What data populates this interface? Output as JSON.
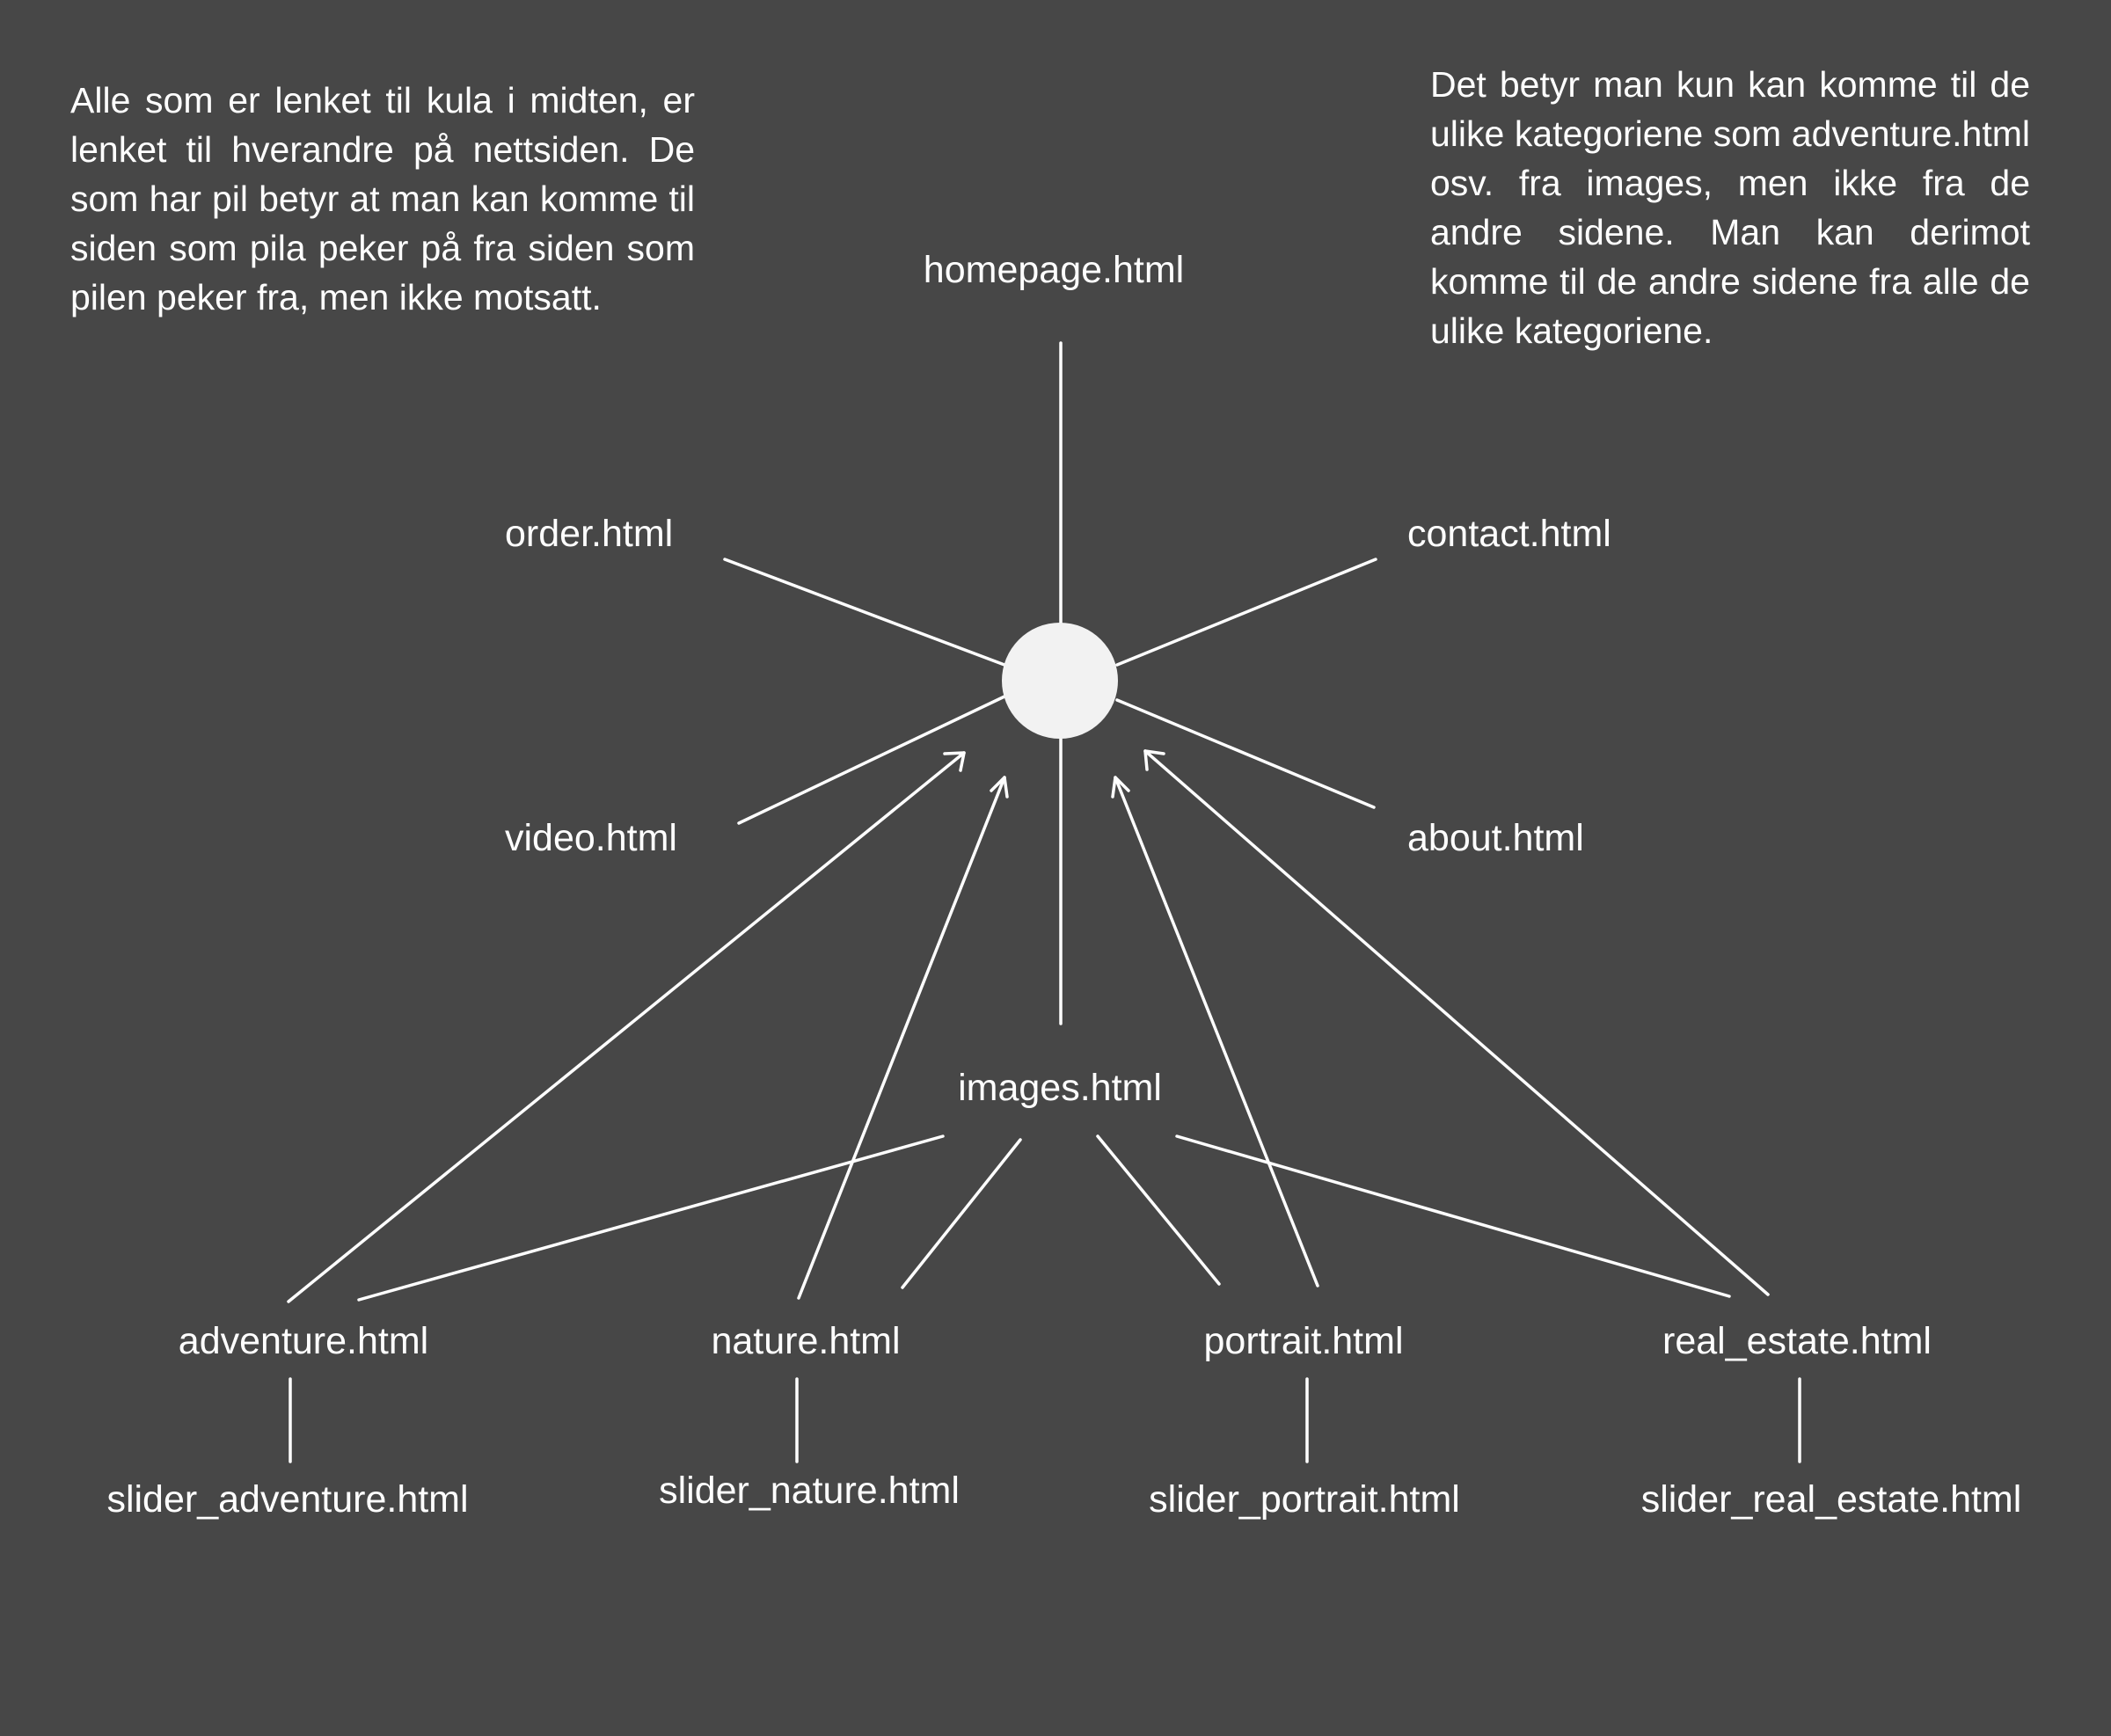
{
  "colors": {
    "background": "#474747",
    "foreground": "#ffffff",
    "hub": "#f2f2f2"
  },
  "notes": {
    "left": "Alle som er lenket til kula i midten, er lenket til hverandre på nettsiden. De som har pil betyr at man kan komme til siden som pila peker på fra siden som pilen peker fra, men ikke motsatt.",
    "right": "Det betyr man kun kan komme til de ulike kategoriene som adventure.html osv. fra images, men ikke fra de andre sidene. Man kan derimot komme til de andre sidene fra alle de ulike kategoriene."
  },
  "nodes": {
    "homepage": "homepage.html",
    "order": "order.html",
    "contact": "contact.html",
    "video": "video.html",
    "about": "about.html",
    "images": "images.html",
    "adventure": "adventure.html",
    "nature": "nature.html",
    "portrait": "portrait.html",
    "real_estate": "real_estate.html",
    "slider_adventure": "slider_adventure.html",
    "slider_nature": "slider_nature.html",
    "slider_portrait": "slider_portrait.html",
    "slider_real_estate": "slider_real_estate.html"
  },
  "edges": [
    {
      "from": "hub",
      "to": "homepage",
      "type": "line"
    },
    {
      "from": "hub",
      "to": "order",
      "type": "line"
    },
    {
      "from": "hub",
      "to": "contact",
      "type": "line"
    },
    {
      "from": "hub",
      "to": "video",
      "type": "line"
    },
    {
      "from": "hub",
      "to": "about",
      "type": "line"
    },
    {
      "from": "hub",
      "to": "images",
      "type": "line"
    },
    {
      "from": "images",
      "to": "adventure",
      "type": "line"
    },
    {
      "from": "images",
      "to": "nature",
      "type": "line"
    },
    {
      "from": "images",
      "to": "portrait",
      "type": "line"
    },
    {
      "from": "images",
      "to": "real_estate",
      "type": "line"
    },
    {
      "from": "adventure",
      "to": "hub",
      "type": "arrow"
    },
    {
      "from": "nature",
      "to": "hub",
      "type": "arrow"
    },
    {
      "from": "portrait",
      "to": "hub",
      "type": "arrow"
    },
    {
      "from": "real_estate",
      "to": "hub",
      "type": "arrow"
    },
    {
      "from": "adventure",
      "to": "slider_adventure",
      "type": "line"
    },
    {
      "from": "nature",
      "to": "slider_nature",
      "type": "line"
    },
    {
      "from": "portrait",
      "to": "slider_portrait",
      "type": "line"
    },
    {
      "from": "real_estate",
      "to": "slider_real_estate",
      "type": "line"
    }
  ]
}
